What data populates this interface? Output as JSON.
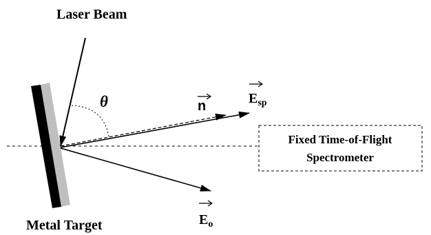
{
  "diagram": {
    "laser_beam_label": "Laser Beam",
    "angle_label": "θ",
    "normal_label": "n",
    "e_sp_main": "E",
    "e_sp_sub": "sp",
    "e_o_main": "E",
    "e_o_sub": "o",
    "spectrometer_line1": "Fixed Time-of-Flight",
    "spectrometer_line2": "Spectrometer",
    "target_label": "Metal Target",
    "colors": {
      "target_front": "#000000",
      "target_back": "#bfbfbf",
      "lines": "#000000"
    }
  }
}
